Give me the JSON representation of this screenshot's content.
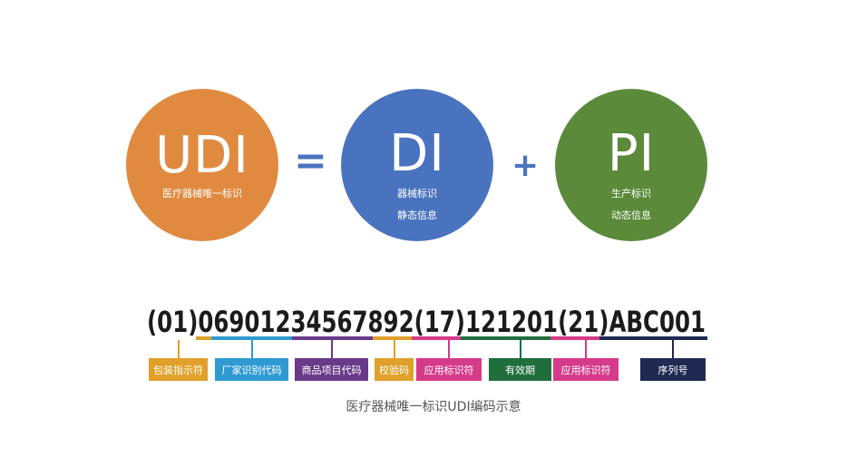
{
  "circles": {
    "udi": {
      "title": "UDI",
      "sub1": "医疗器械唯一标识",
      "color": "#e08a40"
    },
    "di": {
      "title": "DI",
      "sub1": "器械标识",
      "sub2": "静态信息",
      "color": "#4a73bf"
    },
    "pi": {
      "title": "PI",
      "sub1": "生产标识",
      "sub2": "动态信息",
      "color": "#5b8a3a"
    }
  },
  "operators": {
    "equals": "=",
    "plus": "+"
  },
  "code": {
    "text": "(01)06901234567892(17)121201(21)ABC001"
  },
  "segments": [
    {
      "label": "包装指示符",
      "color": "#e0a02a"
    },
    {
      "label": "厂家识别代码",
      "color": "#2f9ad2"
    },
    {
      "label": "商品项目代码",
      "color": "#6a3a8a"
    },
    {
      "label": "校验码",
      "color": "#e0a02a"
    },
    {
      "label": "应用标识符",
      "color": "#d63a8a"
    },
    {
      "label": "有效期",
      "color": "#1f6e3c"
    },
    {
      "label": "应用标识符",
      "color": "#d63a8a"
    },
    {
      "label": "序列号",
      "color": "#1e2a52"
    }
  ],
  "caption": "医疗器械唯一标识UDI编码示意"
}
